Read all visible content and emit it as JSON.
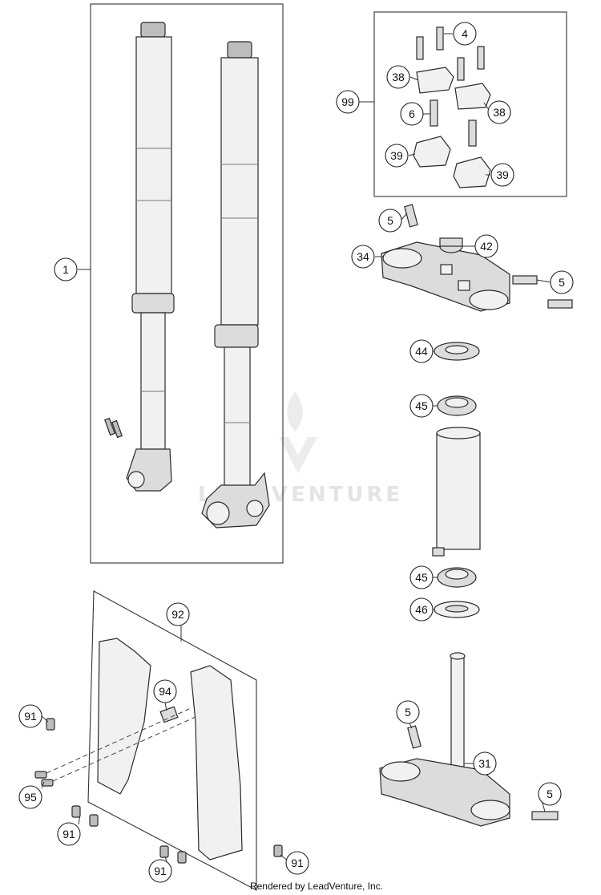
{
  "callouts": [
    "1",
    "99",
    "4",
    "38",
    "6",
    "38",
    "39",
    "39",
    "5",
    "42",
    "34",
    "5",
    "44",
    "45",
    "45",
    "46",
    "92",
    "94",
    "91",
    "95",
    "91",
    "91",
    "91",
    "5",
    "31",
    "5"
  ],
  "watermark": "LEADVENTURE",
  "footer": "Rendered by LeadVenture, Inc."
}
